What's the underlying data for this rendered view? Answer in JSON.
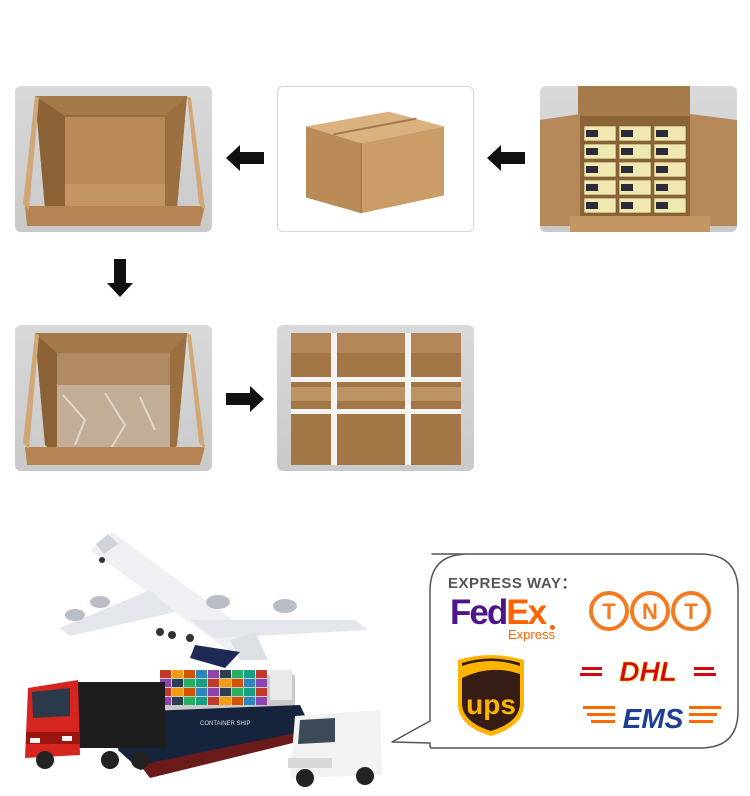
{
  "shipping_info": {
    "express_title": "EXPRESS WAY：",
    "carriers": {
      "fedex_main_fed": "Fed",
      "fedex_main_ex": "Ex",
      "fedex_sub": "Express",
      "tnt": [
        "T",
        "N",
        "T"
      ],
      "ups": "ups",
      "dhl": "DHL",
      "ems": "EMS"
    },
    "ship_label": "CONTAINER SHIP"
  },
  "colors": {
    "cardboard": "#c8a070",
    "fedex_purple": "#4d148c",
    "fedex_orange": "#ff6200",
    "tnt_orange": "#f47a20",
    "ups_brown": "#351c15",
    "ups_gold": "#ffb500",
    "dhl_red": "#d40511",
    "dhl_yellow": "#ffcc00",
    "ems_blue": "#1f3f95",
    "ems_orange": "#ff6a00"
  },
  "icons": {
    "arrow_left": "arrow-left-icon",
    "arrow_down": "arrow-down-icon",
    "arrow_right": "arrow-right-icon"
  }
}
